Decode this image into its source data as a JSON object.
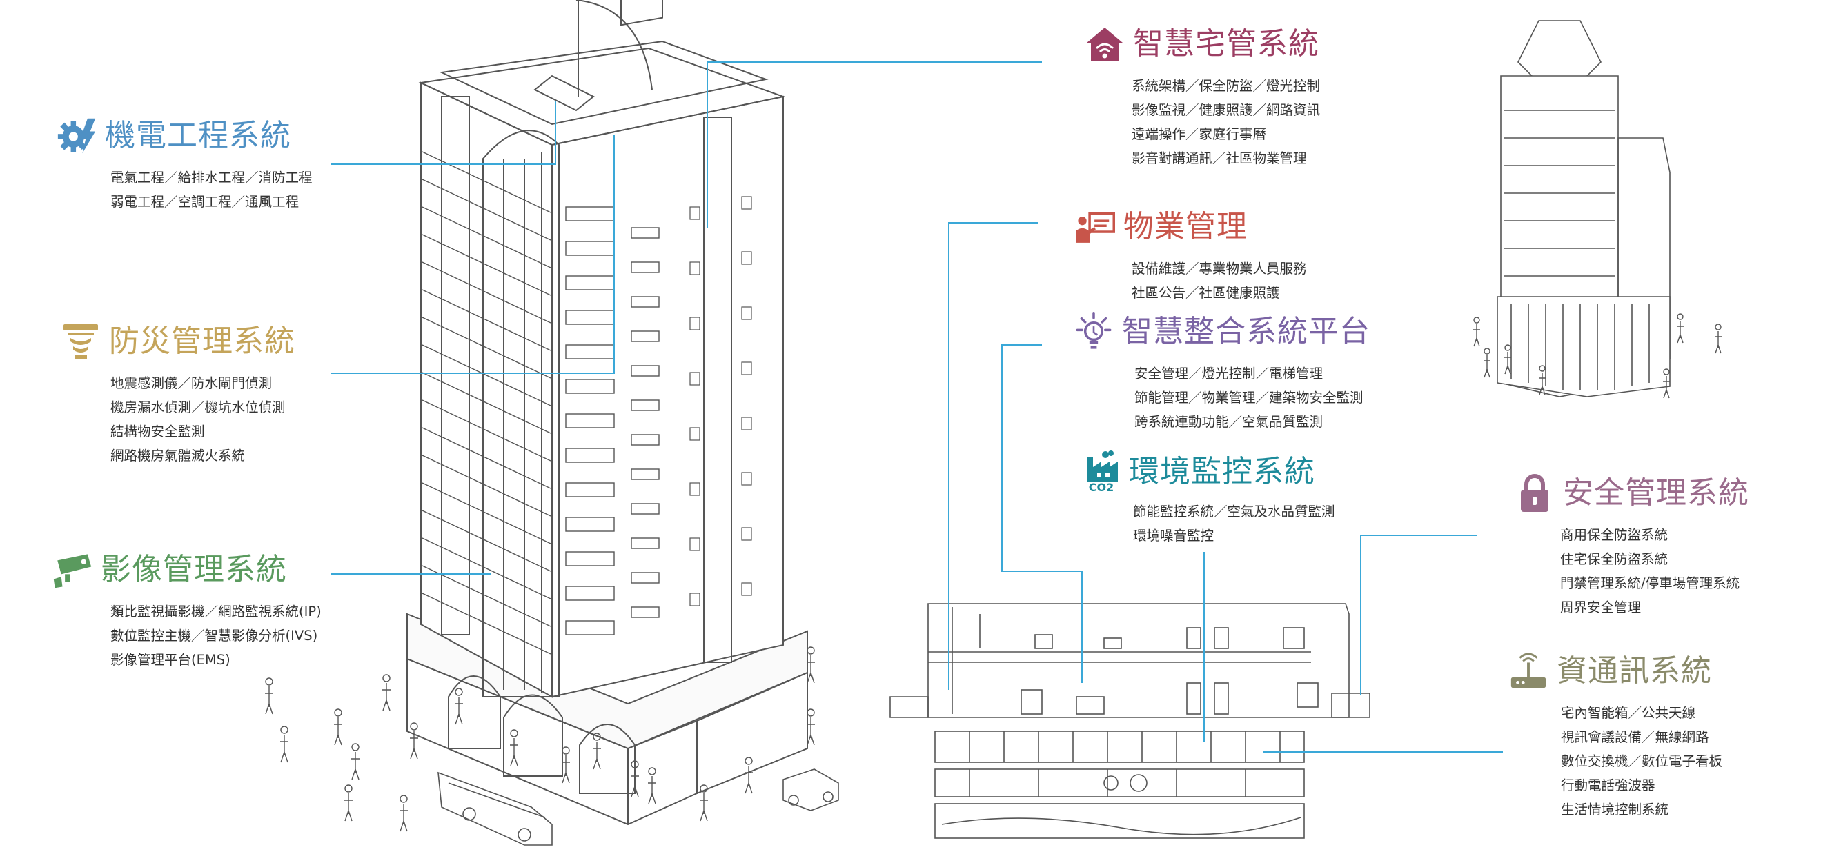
{
  "colors": {
    "line": "#3aa8d8",
    "building": "#555555",
    "mep": "#4e90c4",
    "disaster": "#c4a45a",
    "video": "#5a9a5e",
    "smart_home": "#9c3e63",
    "property": "#c8554a",
    "platform": "#7a63a4",
    "environment": "#1d8b9b",
    "security": "#9a6a8b",
    "ict": "#8a8a6a"
  },
  "systems": [
    {
      "id": "mep",
      "icon": "gear-lightning-icon",
      "title": "機電工程系統",
      "items": [
        "電氣工程／給排水工程／消防工程",
        "弱電工程／空調工程／通風工程"
      ]
    },
    {
      "id": "disaster",
      "icon": "alarm-siren-icon",
      "title": "防災管理系統",
      "items": [
        "地震感測儀／防水閘門偵測",
        "機房漏水偵測／機坑水位偵測",
        "結構物安全監測",
        "網路機房氣體滅火系統"
      ]
    },
    {
      "id": "video",
      "icon": "cctv-camera-icon",
      "title": "影像管理系統",
      "items": [
        "類比監視攝影機／網路監視系統(IP)",
        "數位監控主機／智慧影像分析(IVS)",
        "影像管理平台(EMS)"
      ]
    },
    {
      "id": "smart_home",
      "icon": "house-wifi-icon",
      "title": "智慧宅管系統",
      "items": [
        "系統架構／保全防盜／燈光控制",
        "影像監視／健康照護／網路資訊",
        "遠端操作／家庭行事曆",
        "影音對講通訊／社區物業管理"
      ]
    },
    {
      "id": "property",
      "icon": "presenter-board-icon",
      "title": "物業管理",
      "items": [
        "設備維護／專業物業人員服務",
        "社區公告／社區健康照護"
      ]
    },
    {
      "id": "platform",
      "icon": "lightbulb-icon",
      "title": "智慧整合系統平台",
      "items": [
        "安全管理／燈光控制／電梯管理",
        "節能管理／物業管理／建築物安全監測",
        "跨系統連動功能／空氣品質監測"
      ]
    },
    {
      "id": "environment",
      "icon": "factory-co2-icon",
      "icon_text": "CO2",
      "title": "環境監控系統",
      "items": [
        "節能監控系統／空氣及水品質監測",
        "環境噪音監控"
      ]
    },
    {
      "id": "security",
      "icon": "padlock-icon",
      "title": "安全管理系統",
      "items": [
        "商用保全防盜系統",
        "住宅保全防盜系統",
        "門禁管理系統/停車場管理系統",
        "周界安全管理"
      ]
    },
    {
      "id": "ict",
      "icon": "router-antenna-icon",
      "title": "資通訊系統",
      "items": [
        "宅內智能箱／公共天線",
        "視訊會議設備／無線網路",
        "數位交換機／數位電子看板",
        "行動電話強波器",
        "生活情境控制系統"
      ]
    }
  ]
}
